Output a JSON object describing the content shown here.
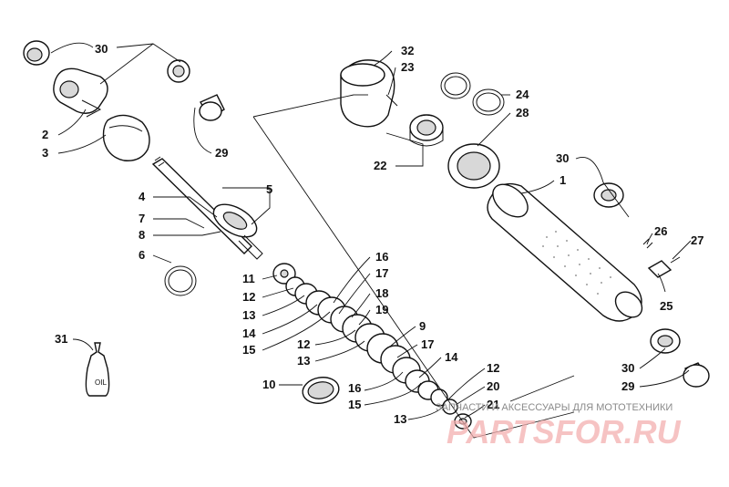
{
  "callouts": [
    "30",
    "2",
    "3",
    "29",
    "4",
    "5",
    "7",
    "8",
    "6",
    "32",
    "23",
    "24",
    "28",
    "22",
    "1",
    "30",
    "26",
    "27",
    "25",
    "30",
    "29",
    "11",
    "12",
    "13",
    "14",
    "15",
    "16",
    "17",
    "18",
    "19",
    "12",
    "13",
    "9",
    "17",
    "14",
    "16",
    "15",
    "10",
    "12",
    "20",
    "21",
    "13",
    "31"
  ],
  "oil_label": "OIL",
  "watermark": {
    "tagline": "ЗАПЧАСТИ И АКСЕССУАРЫ ДЛЯ МОТОТЕХНИКИ",
    "logo": "PARTSFOR.RU"
  }
}
